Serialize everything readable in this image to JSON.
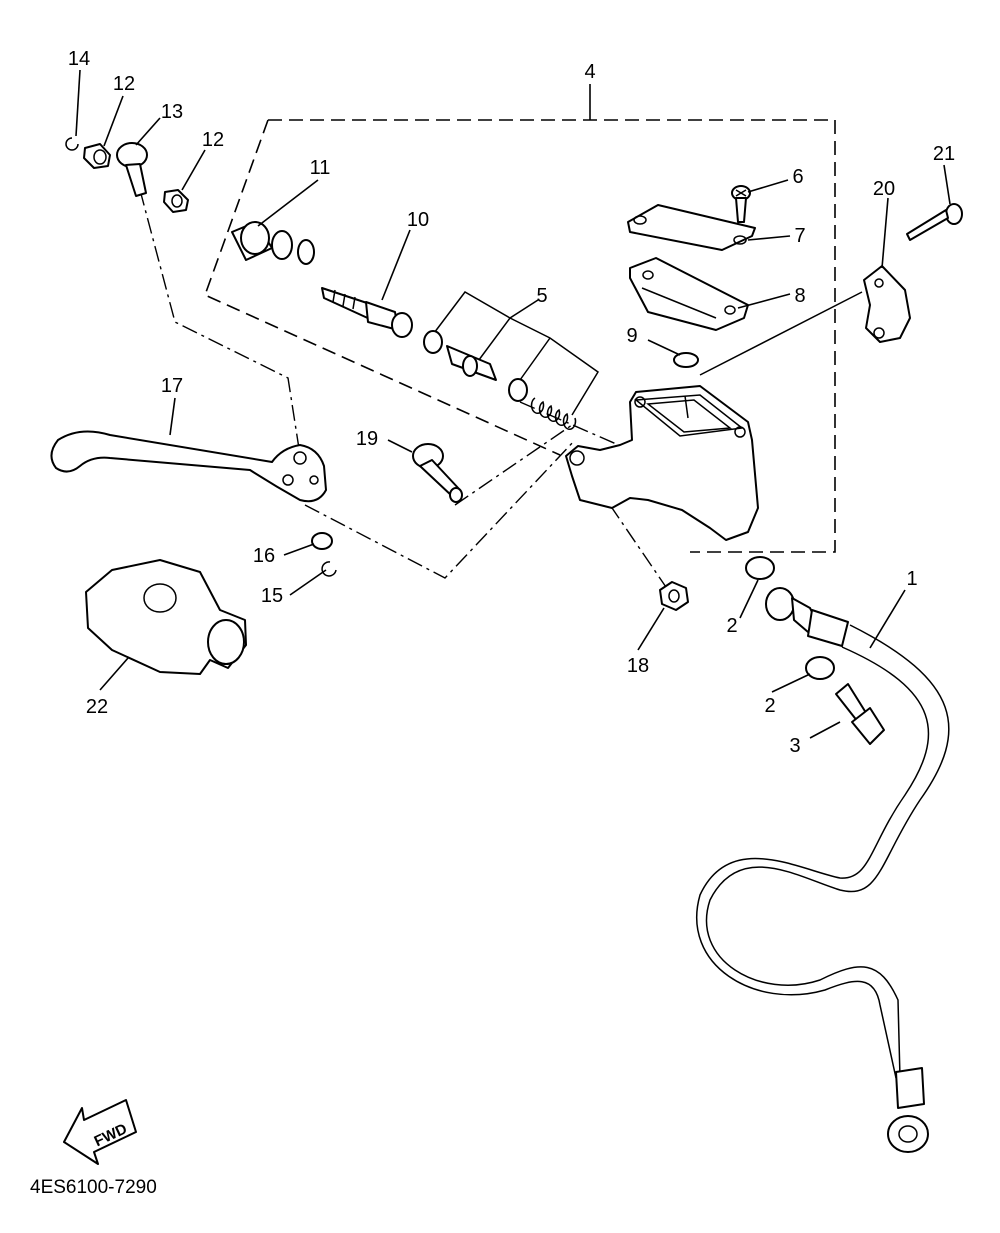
{
  "diagram": {
    "callouts": [
      {
        "id": "c1",
        "text": "1"
      },
      {
        "id": "c2a",
        "text": "2"
      },
      {
        "id": "c2b",
        "text": "2"
      },
      {
        "id": "c3",
        "text": "3"
      },
      {
        "id": "c4",
        "text": "4"
      },
      {
        "id": "c5",
        "text": "5"
      },
      {
        "id": "c6",
        "text": "6"
      },
      {
        "id": "c7",
        "text": "7"
      },
      {
        "id": "c8",
        "text": "8"
      },
      {
        "id": "c9",
        "text": "9"
      },
      {
        "id": "c10",
        "text": "10"
      },
      {
        "id": "c11",
        "text": "11"
      },
      {
        "id": "c12a",
        "text": "12"
      },
      {
        "id": "c12b",
        "text": "12"
      },
      {
        "id": "c13",
        "text": "13"
      },
      {
        "id": "c14",
        "text": "14"
      },
      {
        "id": "c15",
        "text": "15"
      },
      {
        "id": "c16",
        "text": "16"
      },
      {
        "id": "c17",
        "text": "17"
      },
      {
        "id": "c18",
        "text": "18"
      },
      {
        "id": "c19",
        "text": "19"
      },
      {
        "id": "c20",
        "text": "20"
      },
      {
        "id": "c21",
        "text": "21"
      },
      {
        "id": "c22",
        "text": "22"
      }
    ],
    "fwd_label": "FWD",
    "drawing_code": "4ES6100-7290"
  }
}
